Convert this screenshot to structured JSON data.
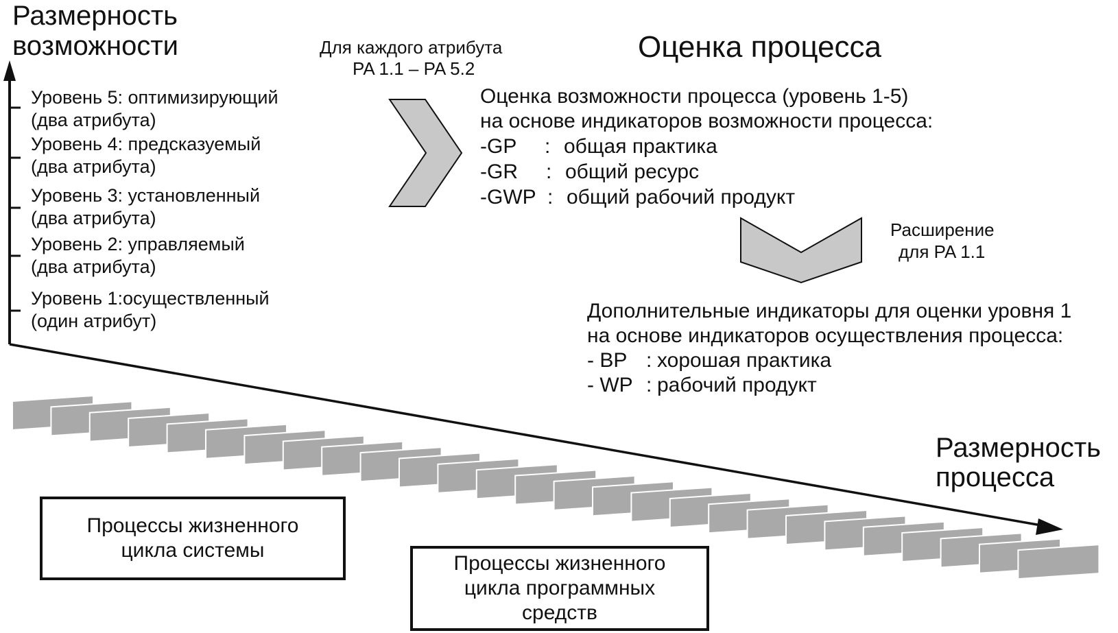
{
  "capability_axis": {
    "label_line1": "Размерность",
    "label_line2": "возможности"
  },
  "process_axis": {
    "label_line1": "Размерность",
    "label_line2": "процесса"
  },
  "levels": [
    {
      "title": "Уровень 5: оптимизирующий",
      "note": "(два атрибута)"
    },
    {
      "title": "Уровень 4: предсказуемый",
      "note": "(два атрибута)"
    },
    {
      "title": "Уровень 3: установленный",
      "note": "(два атрибута)"
    },
    {
      "title": "Уровень 2: управляемый",
      "note": "(два атрибута)"
    },
    {
      "title": "Уровень 1:осуществленный",
      "note": "(один атрибут)"
    }
  ],
  "per_attribute": {
    "line1": "Для каждого атрибута",
    "line2": "PA 1.1 – PA 5.2"
  },
  "assessment_title": "Оценка процесса",
  "capability_assessment": {
    "line1": "Оценка возможности процесса (уровень 1-5)",
    "line2": "на основе индикаторов возможности процесса:",
    "items": [
      {
        "code": "-GP",
        "sep": ":",
        "text": "общая практика"
      },
      {
        "code": "-GR",
        "sep": ":",
        "text": "общий ресурс"
      },
      {
        "code": "-GWP",
        "sep": ":",
        "text": "общий рабочий продукт"
      }
    ]
  },
  "extension": {
    "line1": "Расширение",
    "line2": "для PA 1.1"
  },
  "additional_indicators": {
    "line1": "Дополнительные индикаторы для оценки уровня 1",
    "line2": "на основе индикаторов осуществления процесса:",
    "items": [
      {
        "code": "- BP",
        "sep": ":",
        "text": "хорошая практика"
      },
      {
        "code": "- WP",
        "sep": ":",
        "text": "рабочий продукт"
      }
    ]
  },
  "system_box": {
    "text": "Процессы жизненного\nцикла системы"
  },
  "software_box": {
    "text": "Процессы жизненного\nцикла программных\nсредств"
  },
  "colors": {
    "line": "#111111",
    "chevron_fill": "#c8c8c8",
    "process_block": "#a9a9a9"
  }
}
